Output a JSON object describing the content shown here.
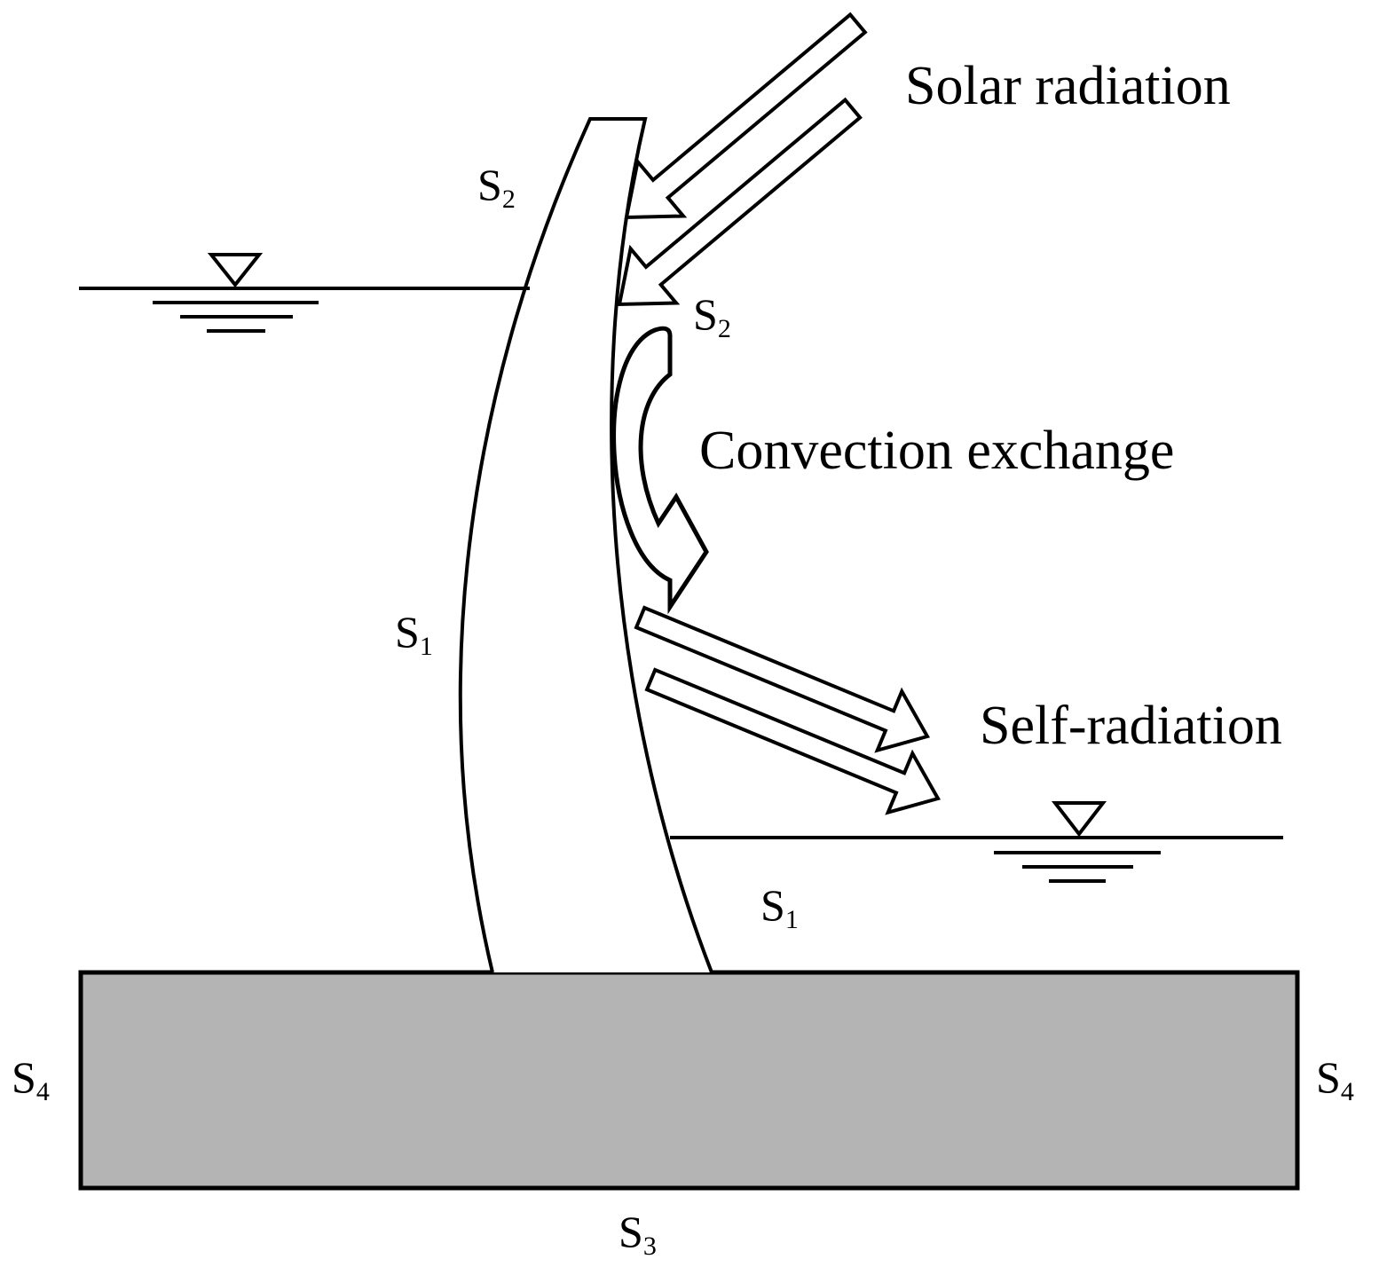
{
  "labels": {
    "solar": "Solar radiation",
    "convection": "Convection exchange",
    "self": "Self-radiation"
  },
  "surfaces": {
    "letter": "S",
    "s1": "1",
    "s2": "2",
    "s3": "3",
    "s4": "4"
  },
  "colors": {
    "foundation": "#b3b4b3",
    "stroke": "#000000"
  }
}
